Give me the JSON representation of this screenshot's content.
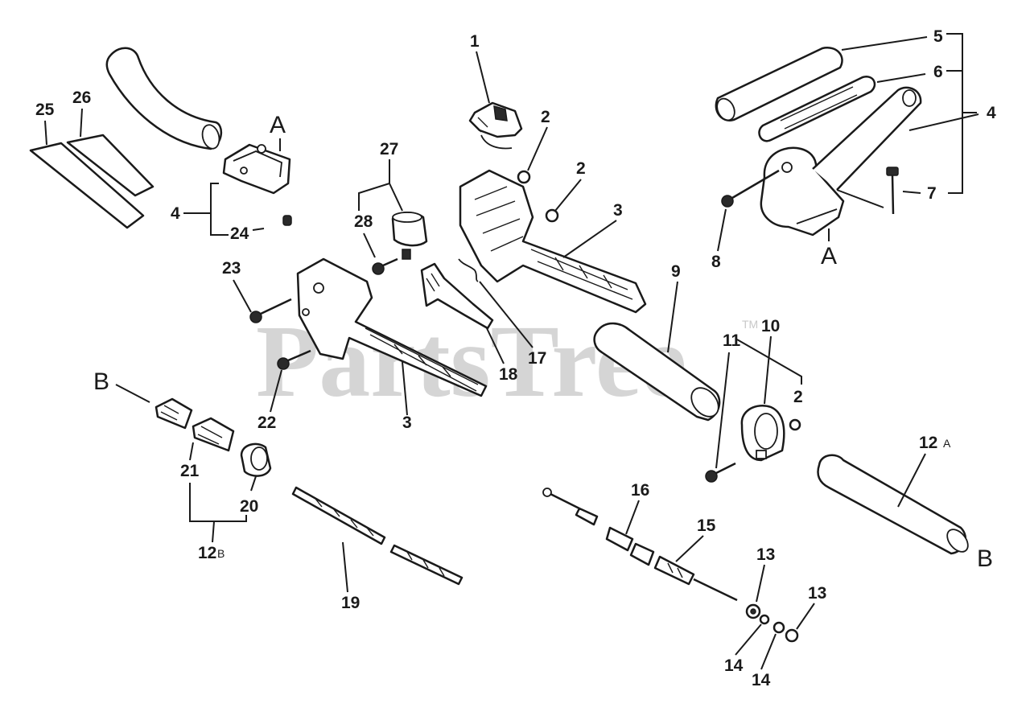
{
  "watermark": {
    "text": "PartsTree",
    "tm": "TM"
  },
  "letters": {
    "A": "A",
    "B": "B"
  },
  "labels": {
    "p1": "1",
    "p2a": "2",
    "p2b": "2",
    "p2c": "2",
    "p3a": "3",
    "p3b": "3",
    "p4a": "4",
    "p4b": "4",
    "p5": "5",
    "p6": "6",
    "p7": "7",
    "p8": "8",
    "p9": "9",
    "p10": "10",
    "p11": "11",
    "p12a": "12",
    "p12a_suffix": "A",
    "p12b": "12",
    "p12b_suffix": "B",
    "p13a": "13",
    "p13b": "13",
    "p14a": "14",
    "p14b": "14",
    "p15": "15",
    "p16": "16",
    "p17": "17",
    "p18": "18",
    "p19": "19",
    "p20": "20",
    "p21": "21",
    "p22": "22",
    "p23": "23",
    "p24": "24",
    "p25": "25",
    "p26": "26",
    "p27": "27",
    "p28": "28"
  }
}
